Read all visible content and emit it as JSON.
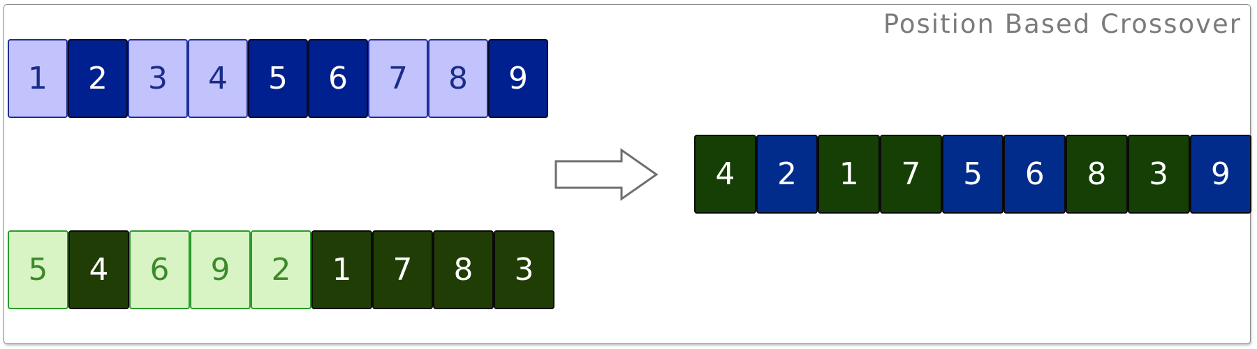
{
  "title": "Position Based Crossover",
  "parent1": [
    {
      "value": "1",
      "selected": false
    },
    {
      "value": "2",
      "selected": true
    },
    {
      "value": "3",
      "selected": false
    },
    {
      "value": "4",
      "selected": false
    },
    {
      "value": "5",
      "selected": true
    },
    {
      "value": "6",
      "selected": true
    },
    {
      "value": "7",
      "selected": false
    },
    {
      "value": "8",
      "selected": false
    },
    {
      "value": "9",
      "selected": true
    }
  ],
  "parent2": [
    {
      "value": "5",
      "selected": false
    },
    {
      "value": "4",
      "selected": true
    },
    {
      "value": "6",
      "selected": false
    },
    {
      "value": "9",
      "selected": false
    },
    {
      "value": "2",
      "selected": false
    },
    {
      "value": "1",
      "selected": true
    },
    {
      "value": "7",
      "selected": true
    },
    {
      "value": "8",
      "selected": true
    },
    {
      "value": "3",
      "selected": true
    }
  ],
  "child": [
    {
      "value": "4",
      "source": "parent2"
    },
    {
      "value": "2",
      "source": "parent1"
    },
    {
      "value": "1",
      "source": "parent2"
    },
    {
      "value": "7",
      "source": "parent2"
    },
    {
      "value": "5",
      "source": "parent1"
    },
    {
      "value": "6",
      "source": "parent1"
    },
    {
      "value": "8",
      "source": "parent2"
    },
    {
      "value": "3",
      "source": "parent2"
    },
    {
      "value": "9",
      "source": "parent1"
    }
  ],
  "colors": {
    "parent1_light": "#c2c2fd",
    "parent1_dark": "#00208f",
    "parent2_light": "#d8f4c4",
    "parent2_dark": "#213d06",
    "child_green": "#163f06",
    "child_blue": "#012c8c",
    "title": "#7b7b7b"
  },
  "icons": {
    "arrow": "right-arrow-icon"
  }
}
